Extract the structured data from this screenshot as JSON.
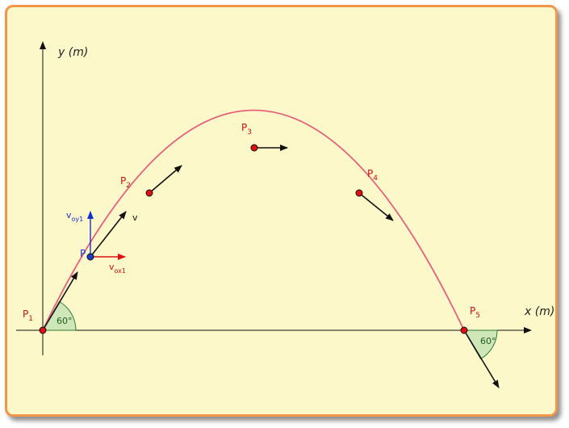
{
  "axes": {
    "x_label": "x (m)",
    "y_label": "y (m)"
  },
  "points": {
    "p1": {
      "name": "P",
      "sub": "1"
    },
    "p2": {
      "name": "P",
      "sub": "2"
    },
    "p3": {
      "name": "P",
      "sub": "3"
    },
    "p4": {
      "name": "P",
      "sub": "4"
    },
    "p5": {
      "name": "P",
      "sub": "5"
    },
    "p": {
      "name": "P"
    }
  },
  "vectors": {
    "v": "v",
    "voy1": {
      "base": "v",
      "sub": "oy1"
    },
    "vox1": {
      "base": "v",
      "sub": "ox1"
    }
  },
  "angles": {
    "launch": "60°",
    "impact": "60°"
  },
  "colors": {
    "trajectory": "#e8607a",
    "point_fill": "#e01010",
    "point_p_fill": "#1a3ccc",
    "vector_voy": "#1530d0",
    "vector_vox": "#e01010",
    "angle_fill": "#cfe6b8",
    "angle_stroke": "#2e7d32",
    "label_red": "#cc1111"
  }
}
